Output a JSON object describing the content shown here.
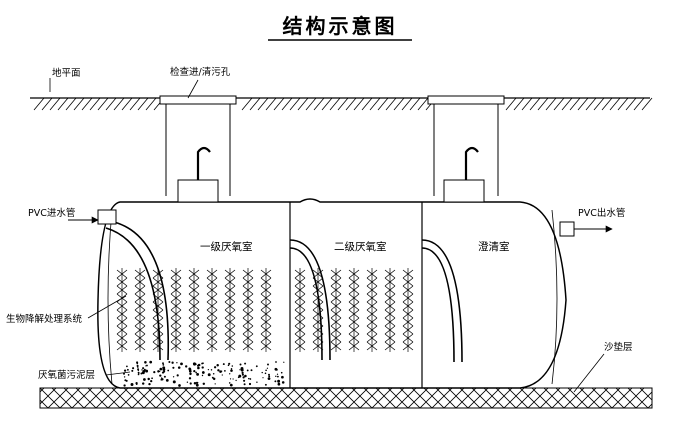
{
  "title": "结构示意图",
  "labels": {
    "ground": "地平面",
    "inspection": "检查进/清污孔",
    "pvc_in": "PVC进水管",
    "pvc_out": "PVC出水管",
    "bio": "生物降解处理系统",
    "sludge": "厌氧菌污泥层",
    "sand": "沙垫层"
  },
  "chambers": [
    "一级厌氧室",
    "二级厌氧室",
    "澄清室"
  ],
  "colors": {
    "line": "#000000",
    "background": "#ffffff"
  }
}
